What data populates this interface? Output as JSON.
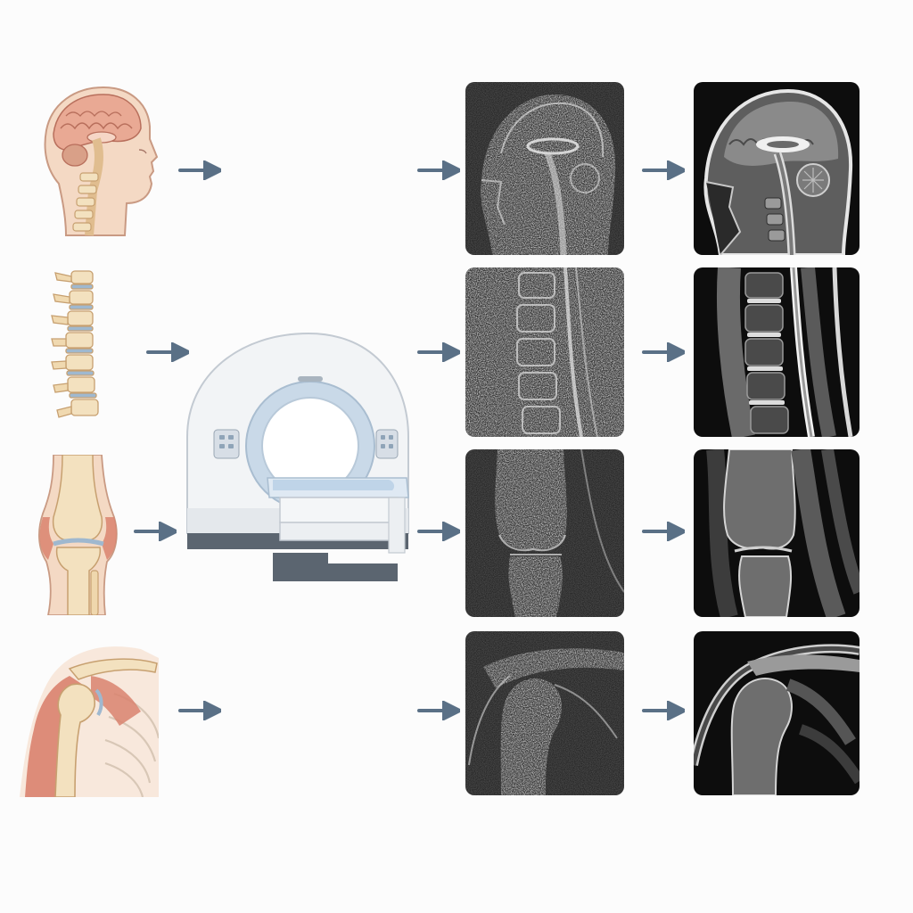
{
  "pipeline": {
    "stages": [
      "anatomy-illustration",
      "mri-scanner",
      "noisy-reconstruction",
      "denoised-reconstruction"
    ],
    "rows": [
      {
        "anatomy": "head-brain",
        "stage2": "noisy-sagittal-brain",
        "stage3": "clean-sagittal-brain"
      },
      {
        "anatomy": "spine",
        "stage2": "noisy-sagittal-lumbar-spine",
        "stage3": "clean-sagittal-lumbar-spine"
      },
      {
        "anatomy": "knee",
        "stage2": "noisy-coronal-knee",
        "stage3": "clean-coronal-knee"
      },
      {
        "anatomy": "shoulder",
        "stage2": "noisy-coronal-shoulder",
        "stage3": "clean-coronal-shoulder"
      }
    ]
  },
  "colors": {
    "arrow": "#5a7086",
    "tile_bg": "#0d0d0d",
    "anatomy_skin": "#f4d9c4",
    "anatomy_brain": "#e9a994",
    "anatomy_bone": "#f3e1bf",
    "anatomy_disc": "#9fb8cf",
    "anatomy_muscle": "#d9826e",
    "scanner_body": "#f2f4f6",
    "scanner_bore": "#c9d9e8",
    "scanner_base": "#5b6570"
  },
  "icons": [
    "right-arrow-icon",
    "mri-scanner-icon"
  ]
}
